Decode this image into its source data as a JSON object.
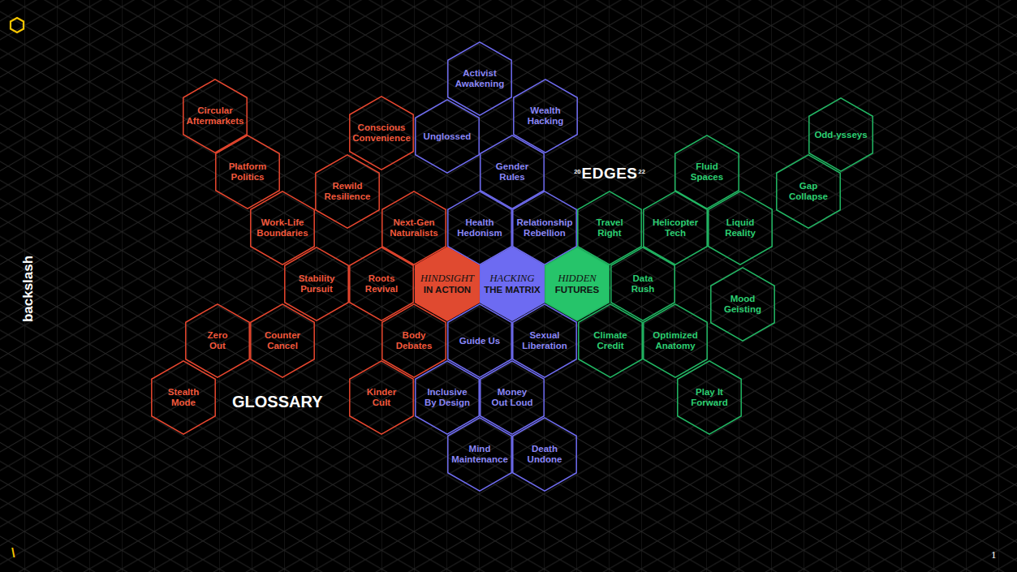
{
  "diagram": {
    "title": "GLOSSARY",
    "nodes": [
      {
        "text": [
          "Circular Aftermarkets"
        ]
      },
      {
        "text": [
          "Platform Politics"
        ]
      },
      {
        "text": [
          "Conscious Convenience"
        ]
      },
      {
        "text": [
          "Rewild Resilience"
        ]
      },
      {
        "text": [
          "Work-Life Boundaries"
        ]
      },
      {
        "text": [
          "Next-Gen Naturalists"
        ]
      },
      {
        "text": [
          "Stability Pursuit"
        ]
      },
      {
        "text": [
          "Roots Revival"
        ]
      },
      {
        "text": [
          "Zero Out"
        ]
      },
      {
        "text": [
          "Counter Cancel"
        ]
      },
      {
        "text": [
          "Body Debates"
        ]
      },
      {
        "text": [
          "Stealth Mode"
        ]
      },
      {
        "text": [
          "Kinder Cult"
        ]
      },
      {
        "text": [
          "Activist Awakening"
        ]
      },
      {
        "text": [
          "Unglossed"
        ]
      },
      {
        "text": [
          "Wealth Hacking"
        ]
      },
      {
        "text": [
          "Gender Rules"
        ]
      },
      {
        "text": [
          "Health Hedonism"
        ]
      },
      {
        "text": [
          "Relationship Rebellion"
        ]
      },
      {
        "text": [
          "HINDSIGHT",
          "IN ACTION"
        ]
      },
      {
        "text": [
          "HACKING",
          "THE MATRIX"
        ]
      },
      {
        "text": [
          "HIDDEN",
          "FUTURES"
        ]
      },
      {
        "text": [
          "Guide Us"
        ]
      },
      {
        "text": [
          "Sexual Liberation"
        ]
      },
      {
        "text": [
          "Inclusive By Design"
        ]
      },
      {
        "text": [
          "Money Out Loud"
        ]
      },
      {
        "text": [
          "Mind Maintenance"
        ]
      },
      {
        "text": [
          "Death Undone"
        ]
      },
      {
        "text": [
          "Travel Right"
        ]
      },
      {
        "text": [
          "Helicopter Tech"
        ]
      },
      {
        "text": [
          "Fluid Spaces"
        ]
      },
      {
        "text": [
          "Liquid Reality"
        ]
      },
      {
        "text": [
          "Gap Collapse"
        ]
      },
      {
        "text": [
          "Odd-ysseys"
        ]
      },
      {
        "text": [
          "Data Rush"
        ]
      },
      {
        "text": [
          "Mood Geisting"
        ]
      },
      {
        "text": [
          "Climate Credit"
        ]
      },
      {
        "text": [
          "Optimized Anatomy"
        ]
      },
      {
        "text": [
          "Play It Forward"
        ]
      }
    ],
    "labels": [
      "backslash",
      "20",
      "EDGES",
      "22",
      "1",
      "\\"
    ]
  }
}
